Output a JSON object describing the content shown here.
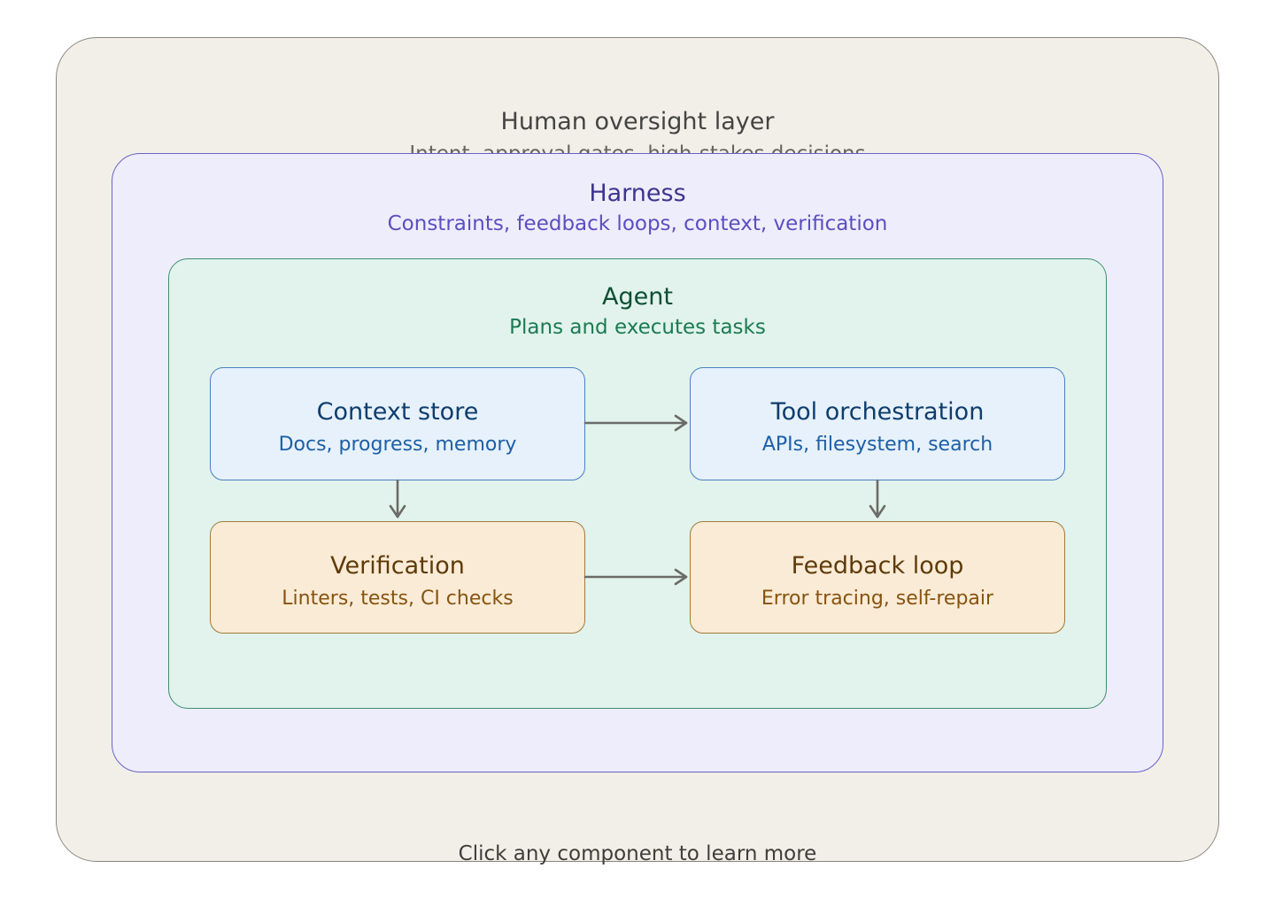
{
  "human_layer": {
    "title": "Human oversight layer",
    "subtitle": "Intent, approval gates, high-stakes decisions"
  },
  "harness": {
    "title": "Harness",
    "subtitle": "Constraints, feedback loops, context, verification"
  },
  "agent": {
    "title": "Agent",
    "subtitle": "Plans and executes tasks"
  },
  "components": {
    "context_store": {
      "title": "Context store",
      "subtitle": "Docs, progress, memory"
    },
    "tool_orchestration": {
      "title": "Tool orchestration",
      "subtitle": "APIs, filesystem, search"
    },
    "verification": {
      "title": "Verification",
      "subtitle": "Linters, tests, CI checks"
    },
    "feedback_loop": {
      "title": "Feedback loop",
      "subtitle": "Error tracing, self-repair"
    }
  },
  "footer": {
    "hint": "Click any component to learn more"
  },
  "colors": {
    "human_fill": "#f2efe8",
    "harness_fill": "#eeedfb",
    "agent_fill": "#e1f3ec",
    "blue_fill": "#e6f1fb",
    "amber_fill": "#faebd6",
    "arrow": "#6b6b68"
  }
}
